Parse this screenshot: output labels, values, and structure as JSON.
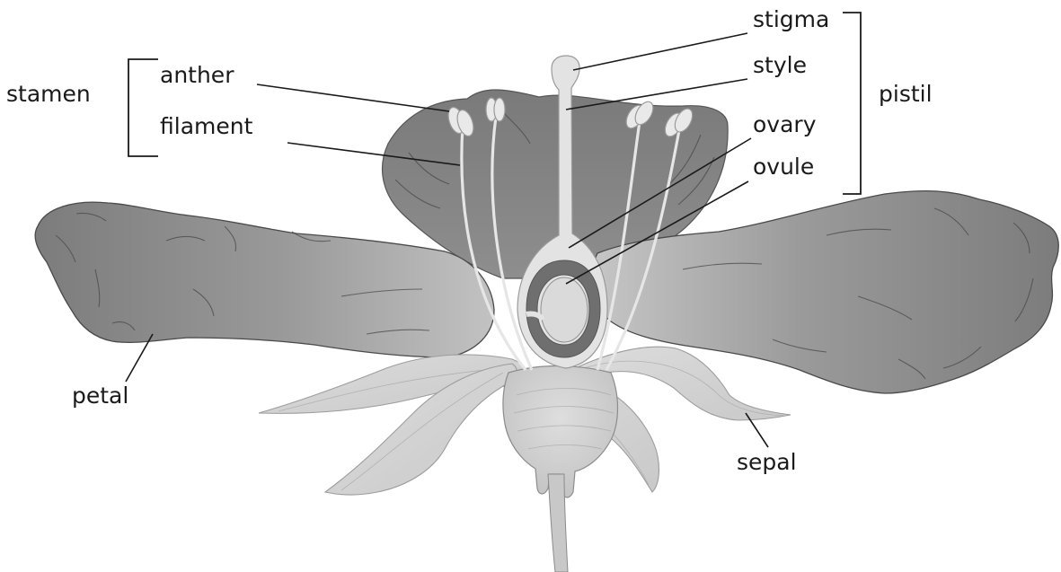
{
  "labels": {
    "stamen": "stamen",
    "anther": "anther",
    "filament": "filament",
    "stigma": "stigma",
    "style": "style",
    "pistil": "pistil",
    "ovary": "ovary",
    "ovule": "ovule",
    "petal": "petal",
    "sepal": "sepal"
  },
  "colors": {
    "petal_dark": "#7a7a7a",
    "petal_light": "#b5b5b5",
    "sepal": "#d6d6d6",
    "pistil": "#e2e2e2",
    "ovary_wall": "#6f6f6f",
    "line": "#1a1a1a"
  }
}
